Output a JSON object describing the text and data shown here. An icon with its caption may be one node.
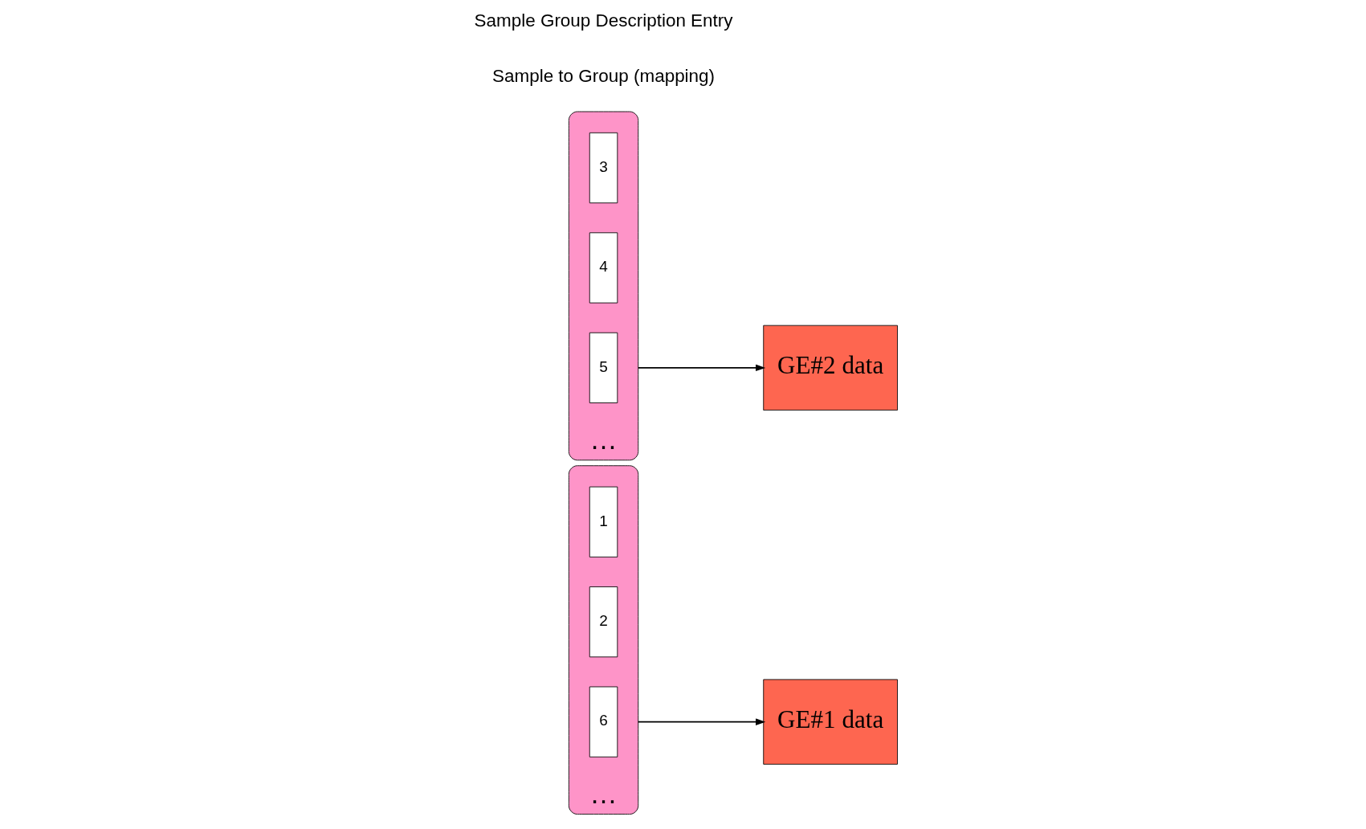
{
  "diagram": {
    "nodes": [
      {
        "text": [
          "…"
        ]
      },
      {
        "text": [
          "1"
        ],
        "in": 0
      },
      {
        "text": [
          "2"
        ],
        "in": 0
      },
      {
        "text": [
          "6"
        ],
        "in": 0
      },
      {
        "text": [
          "GE#1 data"
        ]
      },
      {
        "text": [
          "…"
        ]
      },
      {
        "text": [
          "3"
        ],
        "in": 5
      },
      {
        "text": [
          "4"
        ],
        "in": 5
      },
      {
        "text": [
          "5"
        ],
        "in": 5
      },
      {
        "text": [
          "GE#2 data"
        ]
      }
    ],
    "edges": [
      {
        "from": 0,
        "to": 4,
        "arrow": "to"
      },
      {
        "from": 5,
        "to": 9,
        "arrow": "to"
      }
    ],
    "labels": [
      "Sample to Group (mapping)",
      "Sample Group Description Entry"
    ]
  }
}
